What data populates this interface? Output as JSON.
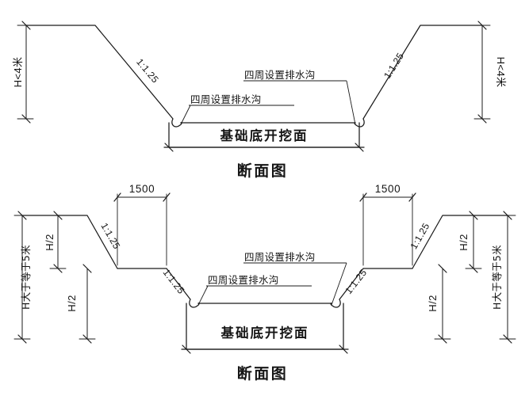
{
  "document": {
    "kind": "engineering-cross-section-drawing",
    "sheet_width": 667,
    "sheet_height": 500,
    "line_color": "#1b1b1b",
    "background_color": "#ffffff"
  },
  "figures": [
    {
      "id": "figure-1",
      "title": "断面图",
      "condition_left": "H<4米",
      "condition_right": "H<4米",
      "slope_left": "1:1.25",
      "slope_right": "1:1.25",
      "ditch_label_lower": "四周设置排水沟",
      "ditch_label_upper": "四周设置排水沟",
      "bottom_label": "基础底开挖面"
    },
    {
      "id": "figure-2",
      "title": "断面图",
      "condition_left": "H大于等于5米",
      "condition_right": "H大于等于5米",
      "bench_width_left": "1500",
      "bench_width_right": "1500",
      "upper_half_left": "H/2",
      "lower_half_left": "H/2",
      "upper_half_right": "H/2",
      "lower_half_right": "H/2",
      "slope_upper_left": "1:1.25",
      "slope_lower_left": "1:1.25",
      "slope_upper_right": "1:1.25",
      "slope_lower_right": "1:1.25",
      "ditch_label_lower": "四周设置排水沟",
      "ditch_label_upper": "四周设置排水沟",
      "bottom_label": "基础底开挖面"
    }
  ]
}
